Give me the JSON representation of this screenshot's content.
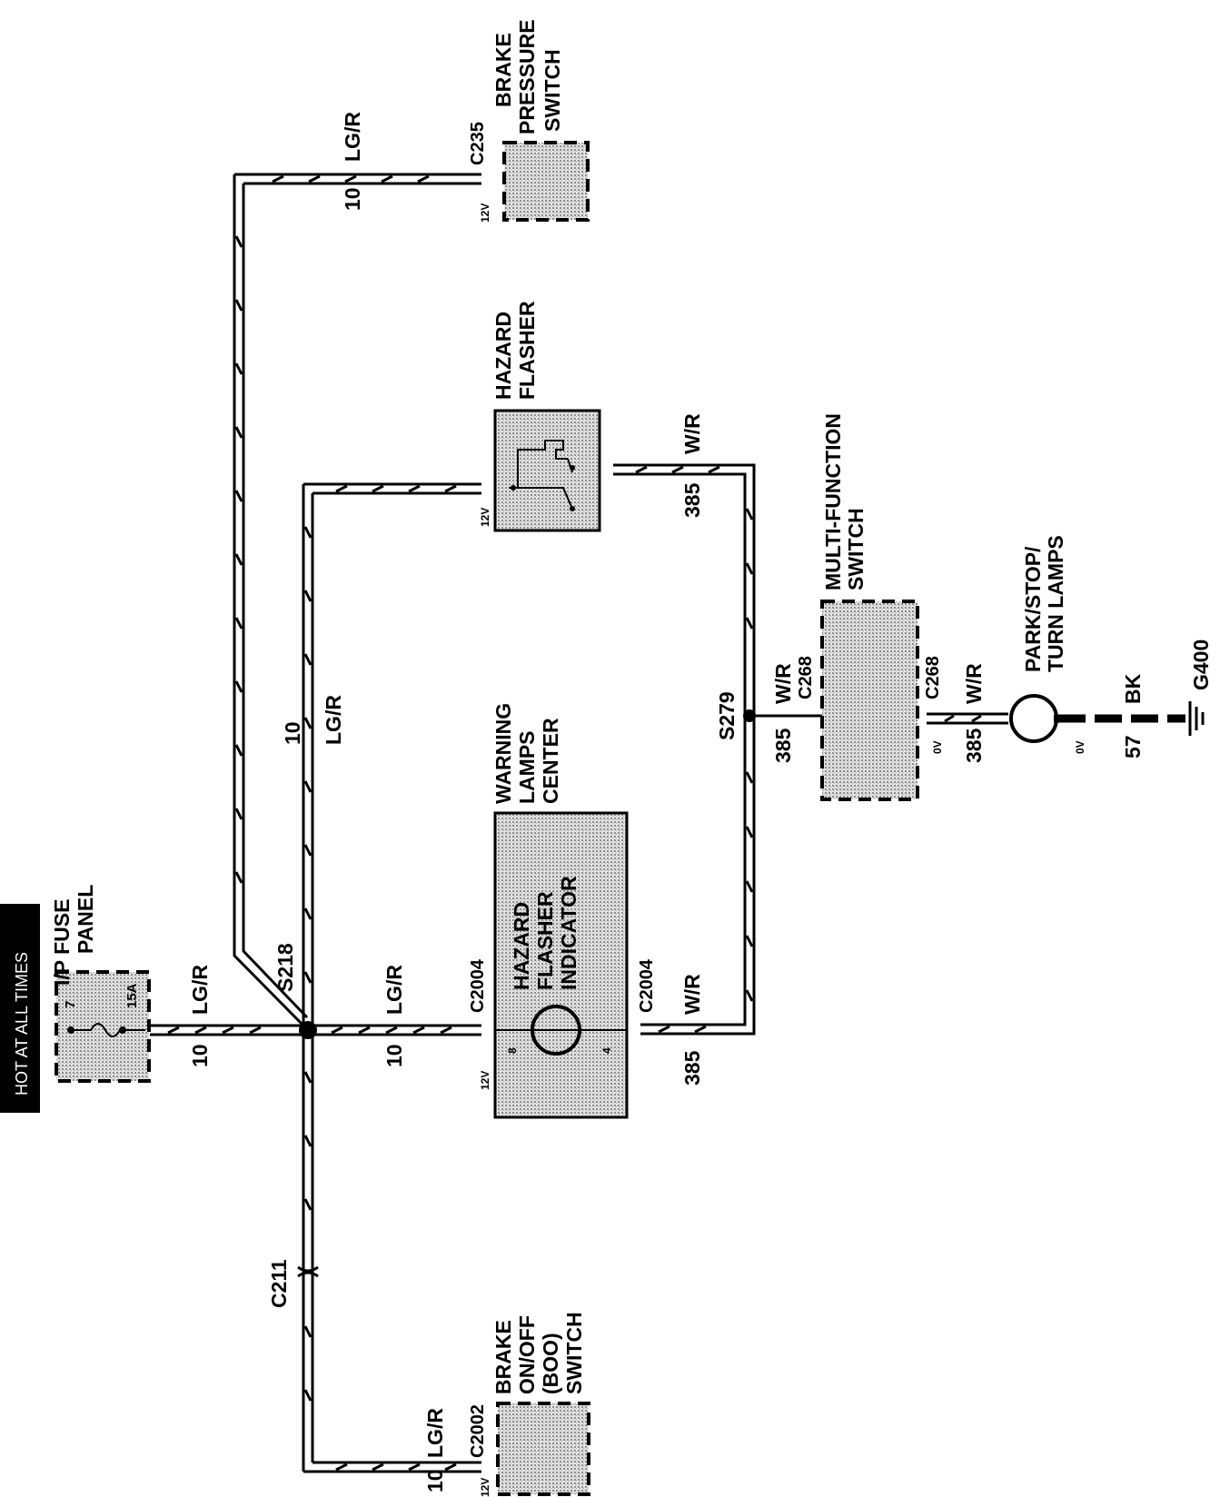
{
  "header": {
    "label": "HOT AT ALL TIMES",
    "bg_color": "#000000",
    "text_color": "#ffffff"
  },
  "colors": {
    "wire": "#000000",
    "component_fill": "#c8c8c8"
  },
  "components": {
    "fuse_panel": {
      "line1": "I/P FUSE",
      "line2": "PANEL",
      "fuse": "7",
      "rating": "15A"
    },
    "brake_pressure": {
      "line1": "BRAKE",
      "line2": "PRESSURE",
      "line3": "SWITCH",
      "connector": "C235",
      "voltage": "12V"
    },
    "hazard_flasher": {
      "line1": "HAZARD",
      "line2": "FLASHER",
      "voltage": "12V"
    },
    "warning_lamps": {
      "line1": "WARNING",
      "line2": "LAMPS",
      "line3": "CENTER",
      "connector_in": "C2004",
      "connector_out": "C2004",
      "voltage": "12V",
      "pin_in": "8",
      "pin_out": "4"
    },
    "hazard_indicator": {
      "line1": "HAZARD",
      "line2": "FLASHER",
      "line3": "INDICATOR"
    },
    "multifunction": {
      "line1": "MULTI-FUNCTION",
      "line2": "SWITCH",
      "connector_in": "C268",
      "connector_out": "C268",
      "voltage": "0V"
    },
    "park_lamps": {
      "line1": "PARK/STOP/",
      "line2": "TURN LAMPS",
      "voltage": "0V"
    },
    "ground": {
      "label": "G400"
    },
    "boo_switch": {
      "line1": "BRAKE",
      "line2": "ON/OFF",
      "line3": "(BOO)",
      "line4": "SWITCH",
      "connector": "C2002",
      "voltage": "12V"
    },
    "inline_connector": {
      "label": "C211"
    },
    "splice_s218": {
      "label": "S218"
    },
    "splice_s279": {
      "label": "S279"
    }
  },
  "wires": {
    "fuse_out": {
      "color": "LG/R",
      "circuit": "10"
    },
    "to_brake_pressure": {
      "color": "LG/R",
      "circuit": "10"
    },
    "to_flasher": {
      "color": "LG/R",
      "circuit": "10"
    },
    "to_warning": {
      "color": "LG/R",
      "circuit": "10"
    },
    "flasher_out": {
      "color": "W/R",
      "circuit": "385"
    },
    "warning_out": {
      "color": "W/R",
      "circuit": "385"
    },
    "to_mfs": {
      "color": "W/R",
      "circuit": "385"
    },
    "mfs_out": {
      "color": "W/R",
      "circuit": "385"
    },
    "ground_wire": {
      "color": "BK",
      "circuit": "57"
    },
    "to_boo": {
      "color": "LG/R",
      "circuit": "10"
    }
  }
}
